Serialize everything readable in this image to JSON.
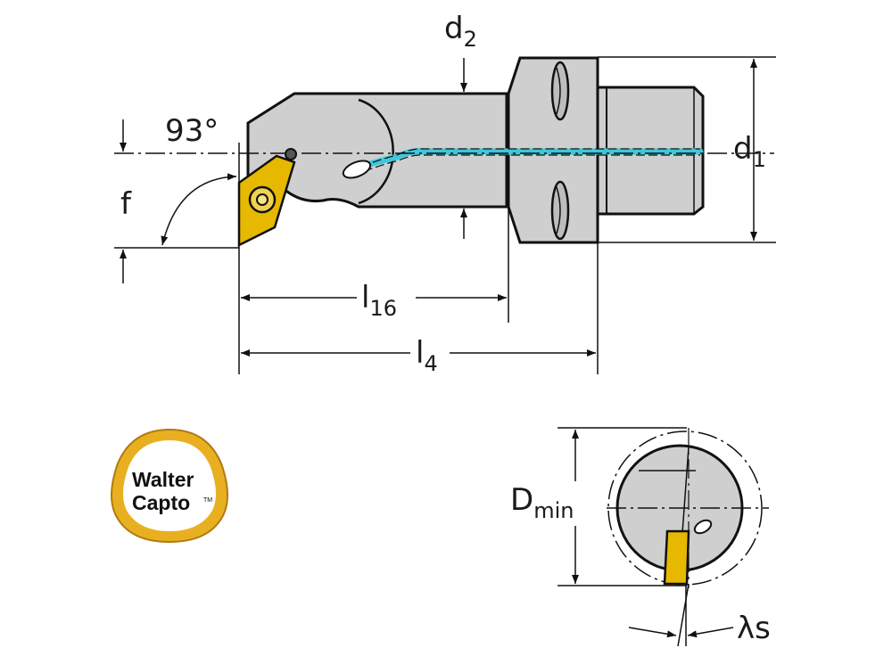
{
  "labels": {
    "angle": "93°",
    "f": "f",
    "d2_main": "d",
    "d2_sub": "2",
    "d1_main": "d",
    "d1_sub": "1",
    "l16_main": "l",
    "l16_sub": "16",
    "l4_main": "l",
    "l4_sub": "4",
    "dmin_main": "D",
    "dmin_sub": "min",
    "lambda": "λs"
  },
  "logo": {
    "line1": "Walter",
    "line2": "Capto",
    "tm": "TM"
  },
  "colors": {
    "body_fill": "#cfcfcf",
    "line": "#111111",
    "insert": "#e6b800",
    "coolant": "#3cc8dc",
    "logo_gold": "#e8b020"
  }
}
